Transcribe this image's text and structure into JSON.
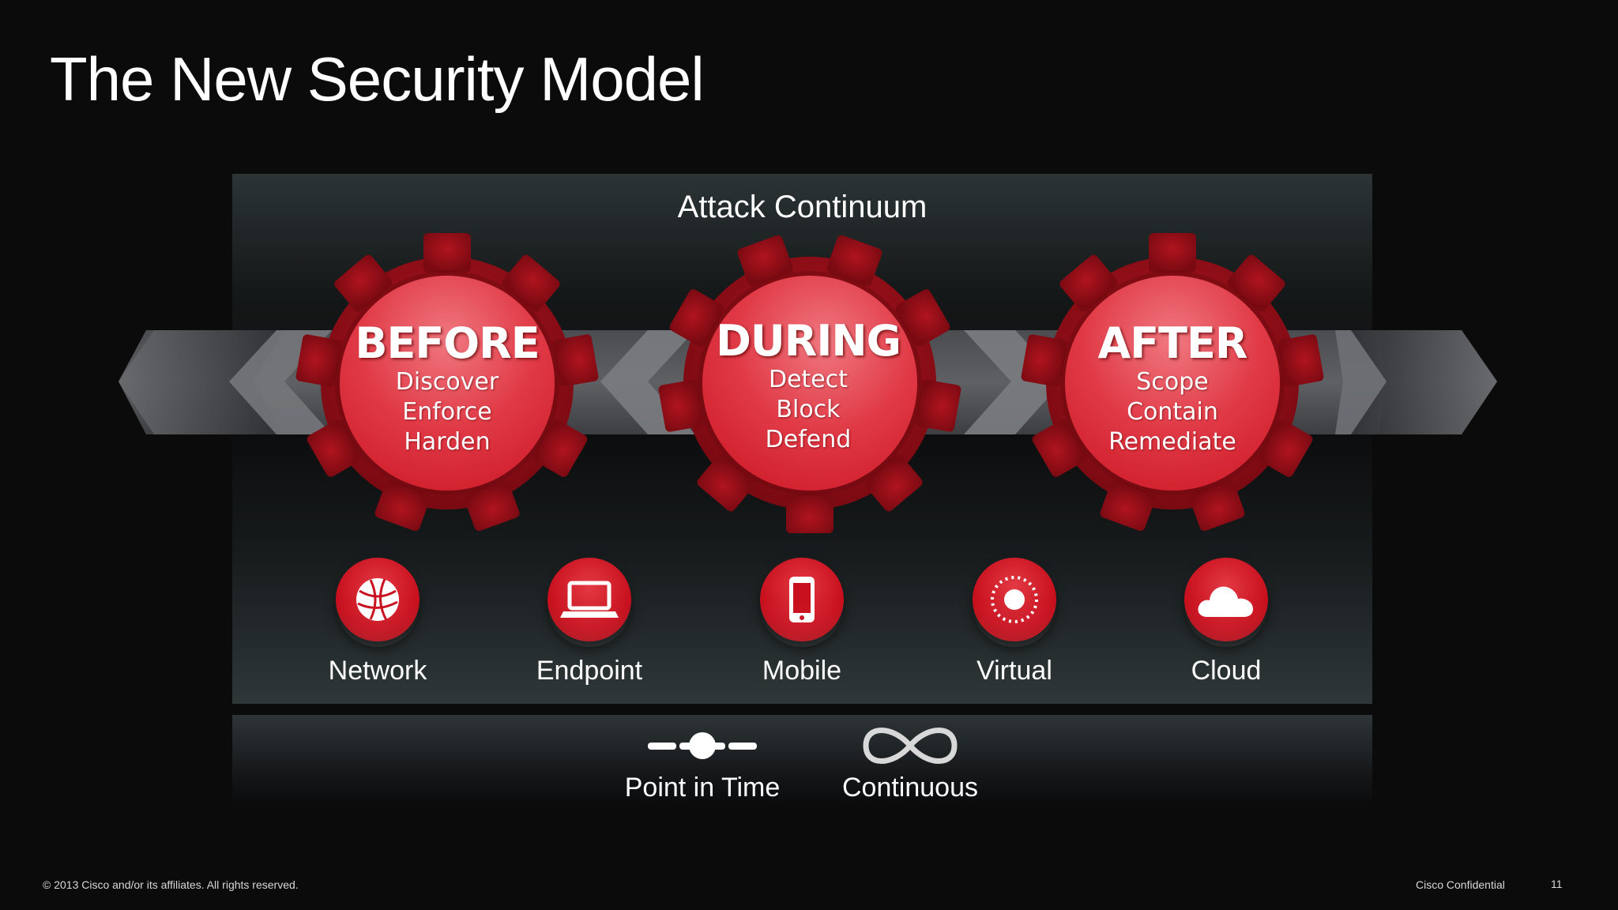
{
  "slide": {
    "title": "The New Security Model",
    "panel_title": "Attack Continuum"
  },
  "phases": [
    {
      "name": "BEFORE",
      "lines": [
        "Discover",
        "Enforce",
        "Harden"
      ]
    },
    {
      "name": "DURING",
      "lines": [
        "Detect",
        "Block",
        "Defend"
      ]
    },
    {
      "name": "AFTER",
      "lines": [
        "Scope",
        "Contain",
        "Remediate"
      ]
    }
  ],
  "platforms": [
    {
      "label": "Network",
      "icon": "globe-icon"
    },
    {
      "label": "Endpoint",
      "icon": "laptop-icon"
    },
    {
      "label": "Mobile",
      "icon": "phone-icon"
    },
    {
      "label": "Virtual",
      "icon": "virtual-target-icon"
    },
    {
      "label": "Cloud",
      "icon": "cloud-icon"
    }
  ],
  "modes": [
    {
      "label": "Point in Time",
      "icon": "point-in-time-icon"
    },
    {
      "label": "Continuous",
      "icon": "infinity-icon"
    }
  ],
  "footer": {
    "copyright": "© 2013 Cisco and/or its affiliates. All rights reserved.",
    "confidential": "Cisco Confidential",
    "page_number": "11"
  },
  "colors": {
    "accent_red": "#c8101e",
    "gear_dark_red": "#8e0c14",
    "background": "#0b0b0c"
  }
}
